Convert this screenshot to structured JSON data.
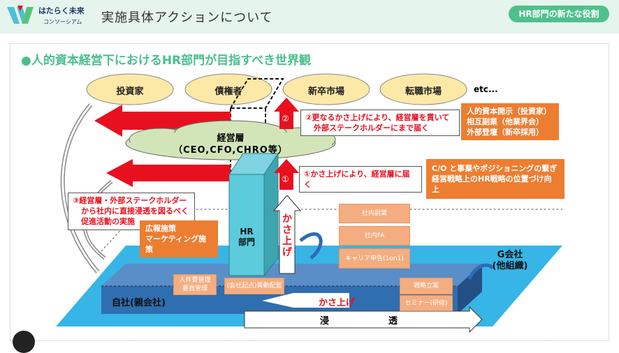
{
  "header": {
    "logo_text": "はたらく未来",
    "logo_sub": "コンソーシアム",
    "title": "実施具体アクションについて",
    "role_button": "HR部門の新たな役割"
  },
  "heading": "●人的資本経営下におけるHR部門が目指すべき世界観",
  "stakeholders": [
    "投資家",
    "債権者",
    "新卒市場",
    "転職市場"
  ],
  "etc": "etc...",
  "cloud": {
    "line1": "経営層",
    "line2": "（CEO,CFO,CHRO等）"
  },
  "arrow_labels": {
    "three": "③",
    "two": "②",
    "one": "①",
    "kasaage": "かさ上げ",
    "shinto1": "浸",
    "shinto2": "透"
  },
  "notes": {
    "two": [
      "②更なるかさ上げにより、経営層を貫いて",
      "外部ステークホルダーにまで届く"
    ],
    "one": "①かさ上げにより、経営層に届く",
    "three": [
      "③経営層・外部ステークホルダー",
      "から社内に直接浸透を図るべく",
      "促進活動の実施"
    ]
  },
  "orange_boxes": {
    "external": [
      "人的資本開示（投資家）",
      "相互副業（他業界会）",
      "外部登壇（新卒採用）"
    ],
    "strategy": [
      "C/O と事業やポジショニングの繋ぎ",
      "経営戦略上のHR戦略の位置づけ向上"
    ],
    "pr": [
      "広報施策",
      "マーケティング施策"
    ]
  },
  "hr": {
    "line1": "HR",
    "line2": "部門"
  },
  "salmon": {
    "side_job": "社内副業",
    "fa": "社内FA",
    "career": "キャリア申告(1on1)",
    "personnel": [
      "人件費管理",
      "要員管理"
    ],
    "transfer": "(会社起点)異動配置",
    "strategy": "戦略立案",
    "seminar": "セミナー(研修)"
  },
  "company": "自社(親会社)",
  "group": [
    "G会社",
    "(他組織)"
  ]
}
